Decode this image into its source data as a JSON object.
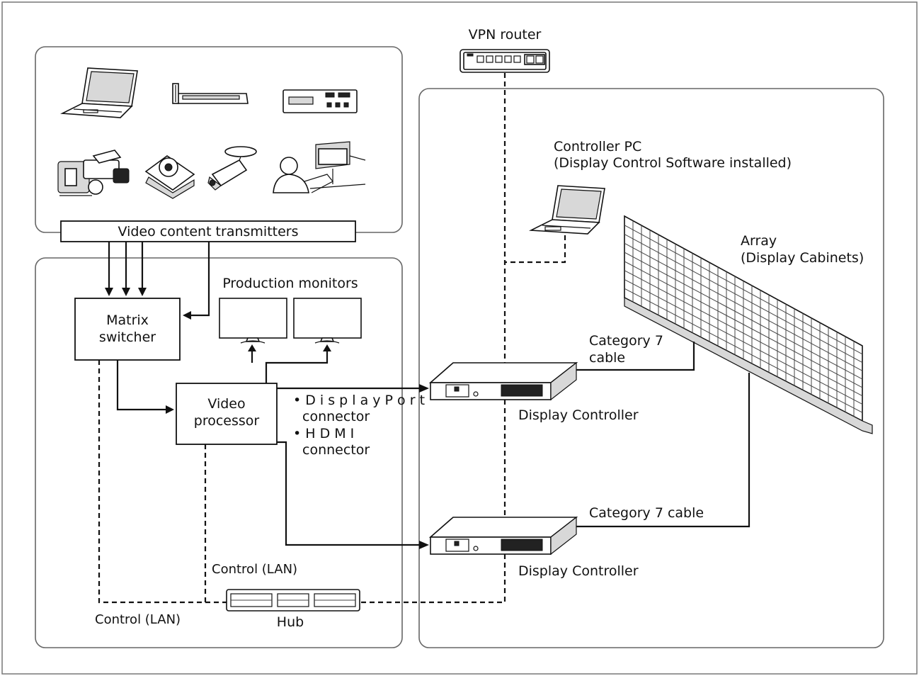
{
  "labels": {
    "vpn_router": "VPN router",
    "controller_pc_line1": "Controller PC",
    "controller_pc_line2": "(Display Control Software installed)",
    "transmitters": "Video content transmitters",
    "matrix_line1": "Matrix",
    "matrix_line2": "switcher",
    "production_monitors": "Production monitors",
    "video_line1": "Video",
    "video_line2": "processor",
    "dp_line1": "• D i s p l a y P o r t",
    "dp_line2": "connector",
    "hdmi_line1": "• H D M I",
    "hdmi_line2": "connector",
    "array_line1": "Array",
    "array_line2": "(Display Cabinets)",
    "cat7_upper_line1": "Category 7",
    "cat7_upper_line2": "cable",
    "cat7_lower": "Category 7 cable",
    "display_controller_upper": "Display Controller",
    "display_controller_lower": "Display Controller",
    "control_lan_upper": "Control (LAN)",
    "control_lan_lower": "Control (LAN)",
    "hub": "Hub"
  },
  "icons": {
    "laptop": "laptop-icon",
    "player": "media-player-icon",
    "recorder": "recorder-icon",
    "camcorder": "camcorder-icon",
    "ptz_camera": "ptz-camera-icon",
    "dome_camera": "security-camera-icon",
    "presenter": "presenter-scene-icon"
  }
}
